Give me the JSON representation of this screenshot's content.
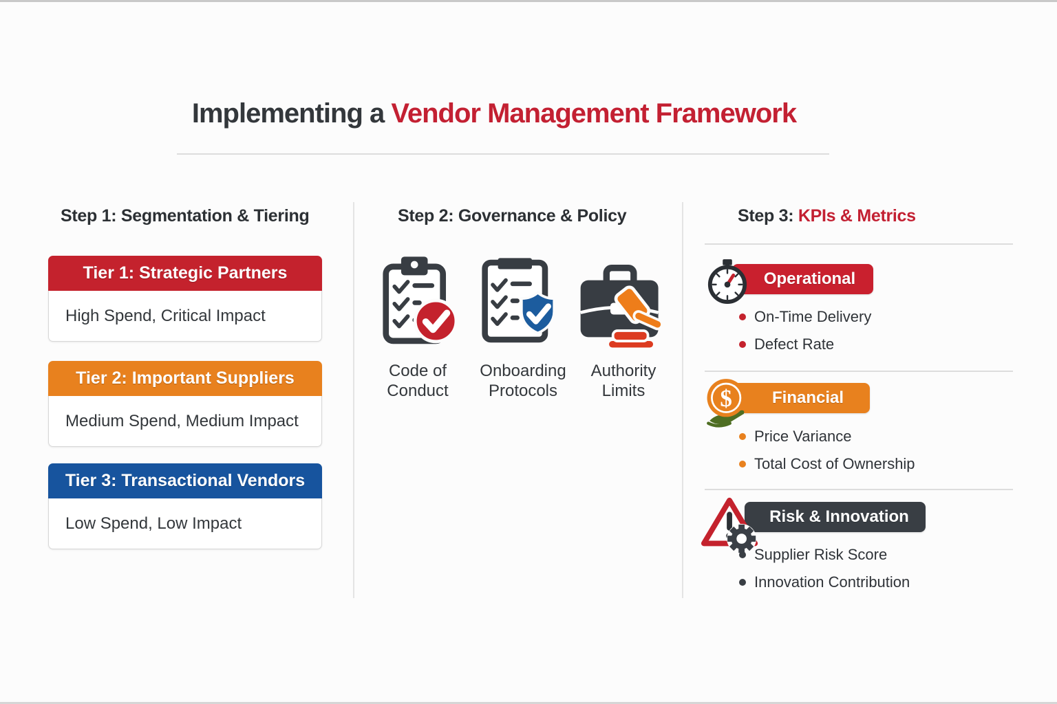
{
  "title": {
    "prefix": "Implementing a ",
    "highlight": "Vendor Management Framework"
  },
  "colors": {
    "title_highlight": "#c32032",
    "tier1_red": "#c4222d",
    "tier2_orange": "#e8811e",
    "tier3_blue": "#17549e",
    "badge_operational": "#c9202e",
    "badge_financial": "#e8811e",
    "badge_risk": "#393e44",
    "text_dark": "#2f3338",
    "background": "#fcfcfc"
  },
  "step1": {
    "heading": "Step 1: Segmentation & Tiering",
    "tiers": [
      {
        "label": "Tier 1: Strategic Partners",
        "description": "High Spend, Critical Impact",
        "color": "#c4222d"
      },
      {
        "label": "Tier 2: Important Suppliers",
        "description": "Medium Spend, Medium Impact",
        "color": "#e8811e"
      },
      {
        "label": "Tier 3: Transactional Vendors",
        "description": "Low Spend, Low Impact",
        "color": "#17549e"
      }
    ]
  },
  "step2": {
    "heading": "Step 2: Governance & Policy",
    "items": [
      {
        "label": "Code of Conduct",
        "icon": "clipboard-check-red-icon"
      },
      {
        "label": "Onboarding Protocols",
        "icon": "clipboard-shield-blue-icon"
      },
      {
        "label": "Authority Limits",
        "icon": "briefcase-gavel-icon"
      }
    ]
  },
  "step3": {
    "heading_prefix": "Step 3: ",
    "heading_highlight": "KPIs & Metrics",
    "groups": [
      {
        "label": "Operational",
        "icon": "stopwatch-icon",
        "bullets": [
          "On-Time Delivery",
          "Defect Rate"
        ]
      },
      {
        "label": "Financial",
        "icon": "dollar-hand-icon",
        "bullets": [
          "Price Variance",
          "Total Cost of Ownership"
        ]
      },
      {
        "label": "Risk & Innovation",
        "icon": "warning-gear-icon",
        "bullets": [
          "Supplier Risk Score",
          "Innovation Contribution"
        ]
      }
    ]
  }
}
